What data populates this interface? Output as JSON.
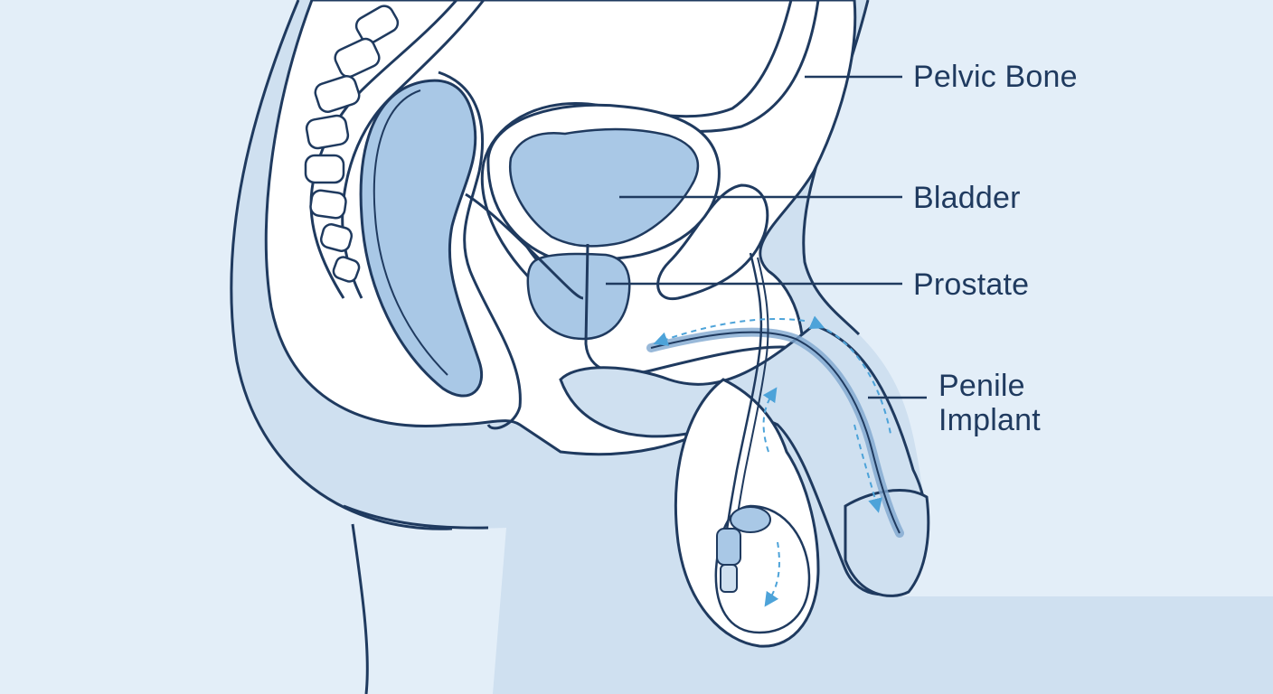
{
  "labels": {
    "pelvic_bone": "Pelvic Bone",
    "bladder": "Bladder",
    "prostate": "Prostate",
    "penile_implant_line1": "Penile",
    "penile_implant_line2": "Implant"
  },
  "colors": {
    "background": "#e3eef8",
    "body_fill": "#cfe0f0",
    "outline": "#1f3a5f",
    "organ_fill": "#a9c8e6",
    "white_tissue": "#ffffff",
    "fluid_arrow": "#4da3d9"
  }
}
